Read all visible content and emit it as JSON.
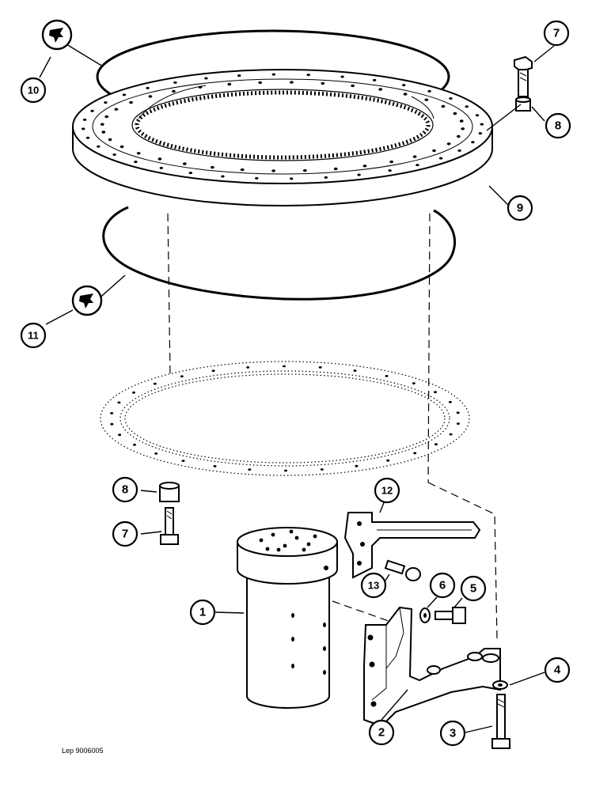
{
  "drawing_code": "Lep 9006005",
  "callouts": [
    {
      "number": "1"
    },
    {
      "number": "2"
    },
    {
      "number": "3"
    },
    {
      "number": "4"
    },
    {
      "number": "5"
    },
    {
      "number": "6"
    },
    {
      "number": "7"
    },
    {
      "number": "7"
    },
    {
      "number": "8"
    },
    {
      "number": "8"
    },
    {
      "number": "9"
    },
    {
      "number": "10"
    },
    {
      "number": "11"
    },
    {
      "number": "12"
    },
    {
      "number": "13"
    }
  ],
  "icons": [
    "grease-nozzle-icon",
    "grease-nozzle-icon"
  ]
}
